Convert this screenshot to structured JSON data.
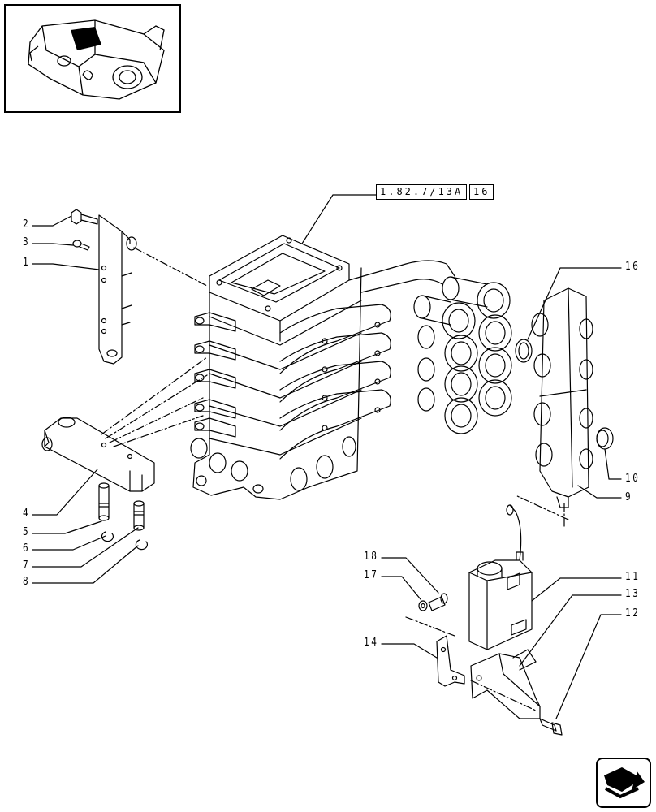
{
  "reference_boxes": [
    "1.82.7/13A",
    "16"
  ],
  "callouts": {
    "c1": "1",
    "c2": "2",
    "c3": "3",
    "c4": "4",
    "c5": "5",
    "c6": "6",
    "c7": "7",
    "c8": "8",
    "c9": "9",
    "c10": "10",
    "c11": "11",
    "c12": "12",
    "c13": "13",
    "c14": "14",
    "c16": "16",
    "c17": "17",
    "c18": "18"
  },
  "icons": {
    "thumbnail": "assembly-location-thumbnail",
    "nav": "next-page-arrow-icon"
  }
}
